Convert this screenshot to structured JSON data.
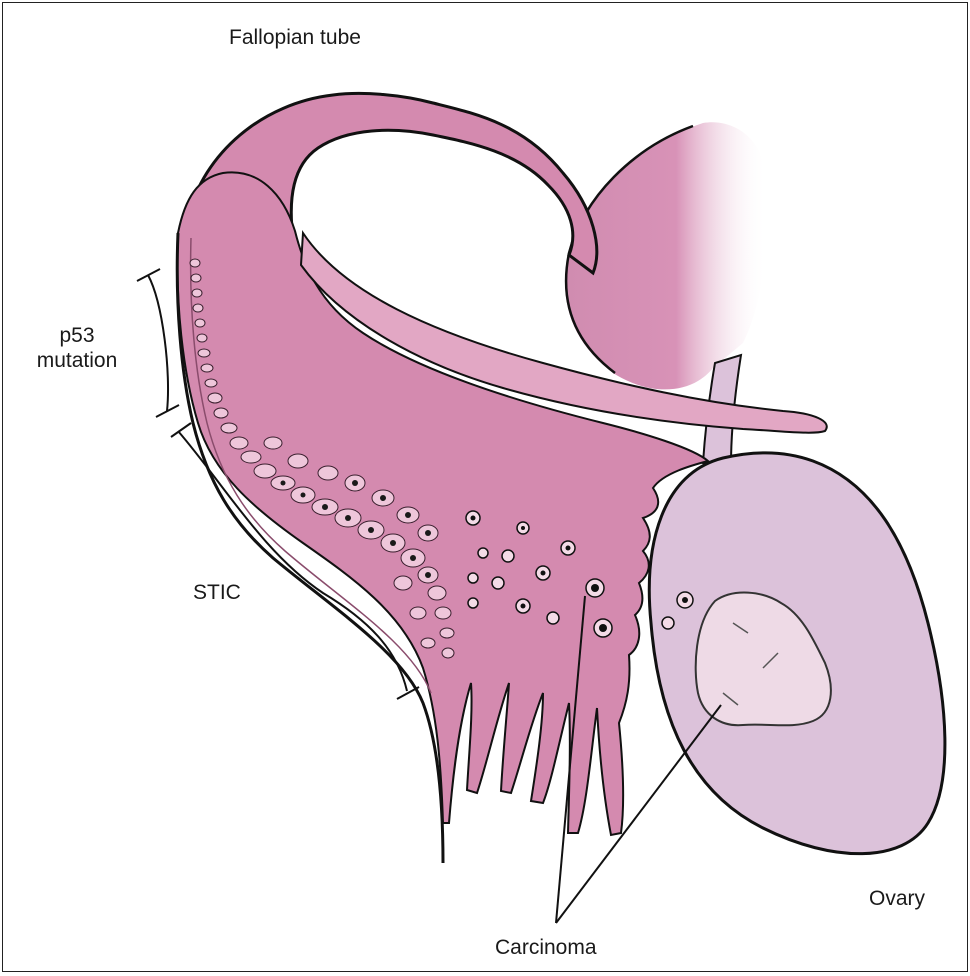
{
  "labels": {
    "fallopian_tube": "Fallopian tube",
    "p53_line1": "p53",
    "p53_line2": "mutation",
    "stic": "STIC",
    "ovary": "Ovary",
    "carcinoma": "Carcinoma"
  },
  "colors": {
    "tube": "#d48aaf",
    "tube_dark": "#c07199",
    "tube_light": "#e8b8cf",
    "ovary": "#dcc2da",
    "ovary_stroke": "#1a1a1a",
    "tumor": "#eedae6",
    "uterus": "#d08cb0",
    "line": "#111111"
  }
}
